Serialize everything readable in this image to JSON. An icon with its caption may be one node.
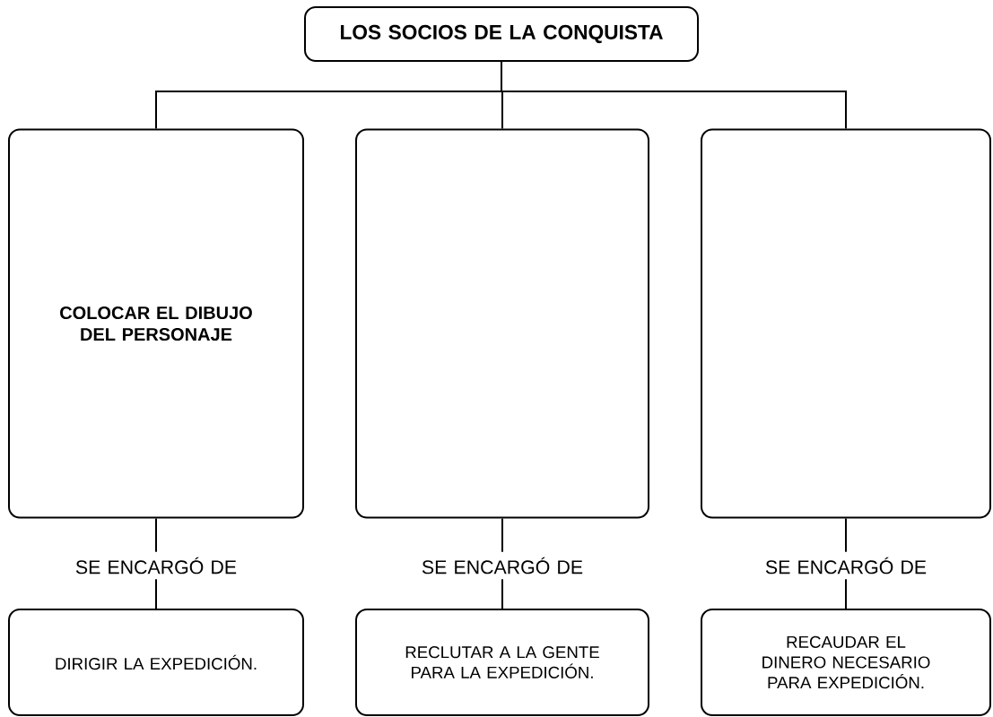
{
  "diagram": {
    "nodes": [
      {
        "text": [
          "LOS SOCIOS DE LA CONQUISTA"
        ]
      },
      {
        "text": [
          "COLOCAR EL DIBUJO DEL PERSONAJE"
        ]
      },
      {
        "text": [],
        "shape": "box"
      },
      {
        "text": [],
        "shape": "box"
      },
      {
        "text": [
          "SE ENCARGÓ DE"
        ]
      },
      {
        "text": [
          "SE ENCARGÓ DE"
        ]
      },
      {
        "text": [
          "SE ENCARGÓ DE"
        ]
      },
      {
        "text": [
          "DIRIGIR LA EXPEDICIÓN."
        ]
      },
      {
        "text": [
          "RECLUTAR A LA GENTE PARA LA EXPEDICIÓN."
        ]
      },
      {
        "text": [
          "RECAUDAR EL DINERO NECESARIO PARA EXPEDICIÓN."
        ]
      }
    ],
    "edges": [
      {
        "from": 0,
        "to": 1,
        "arrow": "none"
      },
      {
        "from": 0,
        "to": 2,
        "arrow": "none"
      },
      {
        "from": 0,
        "to": 3,
        "arrow": "none"
      },
      {
        "from": 1,
        "to": 4,
        "arrow": "none"
      },
      {
        "from": 2,
        "to": 5,
        "arrow": "none"
      },
      {
        "from": 3,
        "to": 6,
        "arrow": "none"
      },
      {
        "from": 4,
        "to": 7,
        "arrow": "none"
      },
      {
        "from": 5,
        "to": 8,
        "arrow": "none"
      },
      {
        "from": 6,
        "to": 9,
        "arrow": "none"
      }
    ]
  }
}
